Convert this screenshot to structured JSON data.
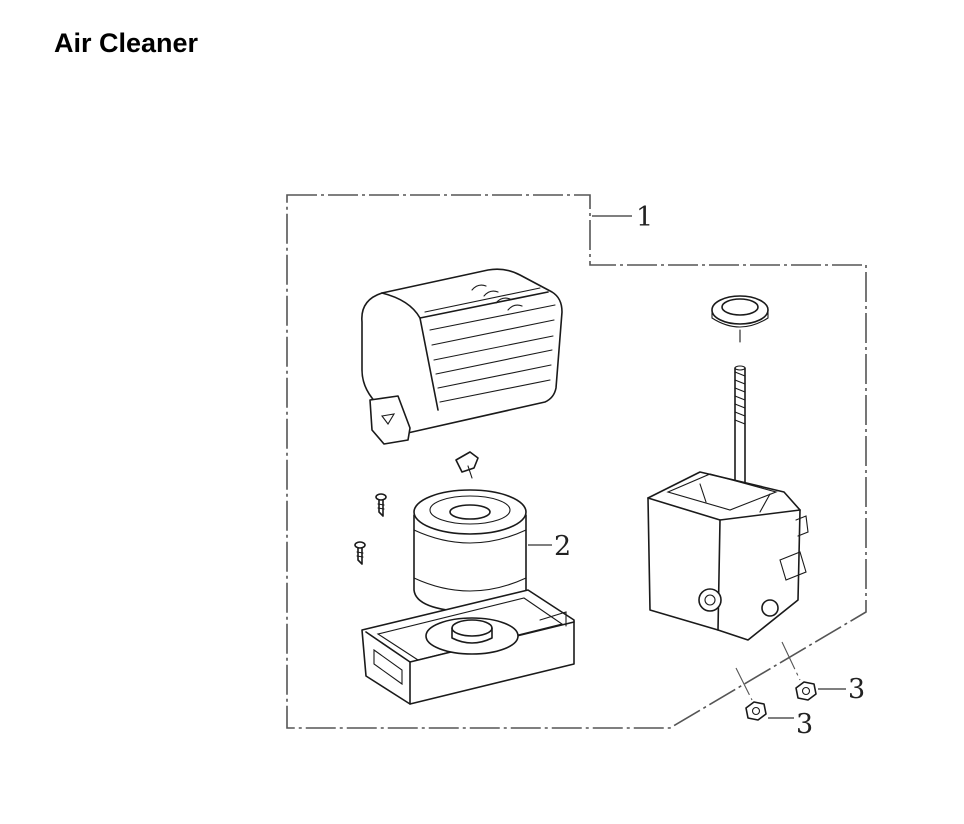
{
  "page": {
    "title": "Air Cleaner"
  },
  "diagram": {
    "callouts": [
      {
        "id": "callout-1",
        "label": "1",
        "part": "air-cleaner-assembly"
      },
      {
        "id": "callout-2",
        "label": "2",
        "part": "filter-element"
      },
      {
        "id": "callout-3a",
        "label": "3",
        "part": "flange-nut"
      },
      {
        "id": "callout-3b",
        "label": "3",
        "part": "flange-nut"
      }
    ]
  }
}
